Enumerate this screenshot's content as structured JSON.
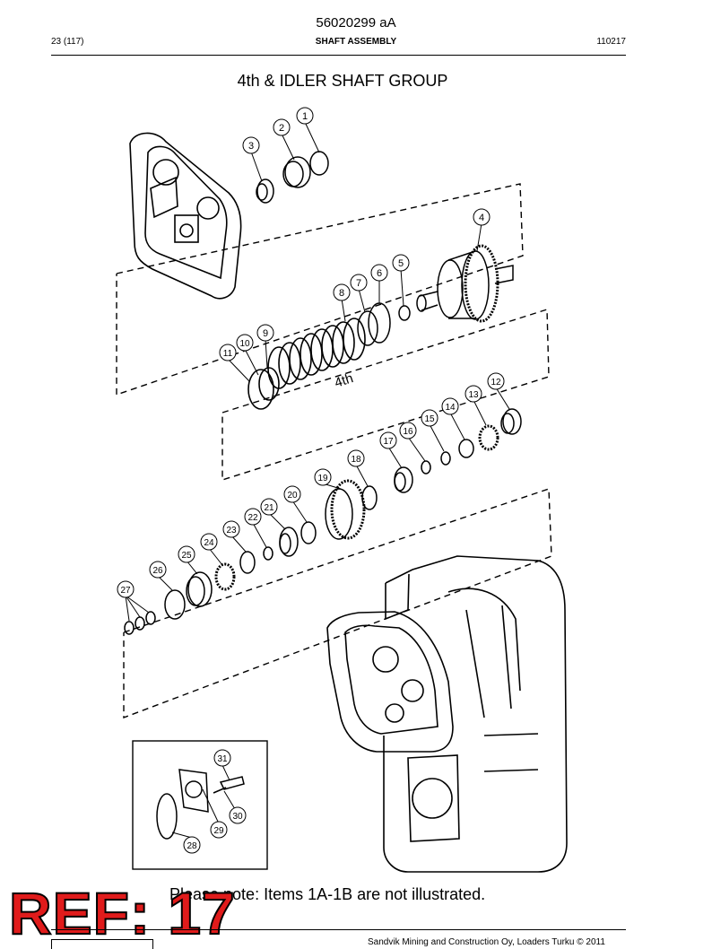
{
  "header": {
    "doc_id": "56020299 aA",
    "page": "23 (117)",
    "section": "SHAFT ASSEMBLY",
    "date_code": "110217"
  },
  "figure": {
    "title": "4th & IDLER SHAFT GROUP",
    "group_label": "4th",
    "callouts": [
      {
        "label": "1"
      },
      {
        "label": "2"
      },
      {
        "label": "3"
      },
      {
        "label": "4"
      },
      {
        "label": "5"
      },
      {
        "label": "6"
      },
      {
        "label": "7"
      },
      {
        "label": "8"
      },
      {
        "label": "9"
      },
      {
        "label": "10"
      },
      {
        "label": "11"
      },
      {
        "label": "12"
      },
      {
        "label": "13"
      },
      {
        "label": "14"
      },
      {
        "label": "15"
      },
      {
        "label": "16"
      },
      {
        "label": "17"
      },
      {
        "label": "18"
      },
      {
        "label": "19"
      },
      {
        "label": "20"
      },
      {
        "label": "21"
      },
      {
        "label": "22"
      },
      {
        "label": "23"
      },
      {
        "label": "24"
      },
      {
        "label": "25"
      },
      {
        "label": "26"
      },
      {
        "label": "27"
      },
      {
        "label": "28"
      },
      {
        "label": "29"
      },
      {
        "label": "30"
      },
      {
        "label": "31"
      }
    ]
  },
  "note": "Please note: Items 1A-1B are not illustrated.",
  "overlay": "REF: 17",
  "footer": "Sandvik Mining and Construction Oy, Loaders Turku © 2011"
}
